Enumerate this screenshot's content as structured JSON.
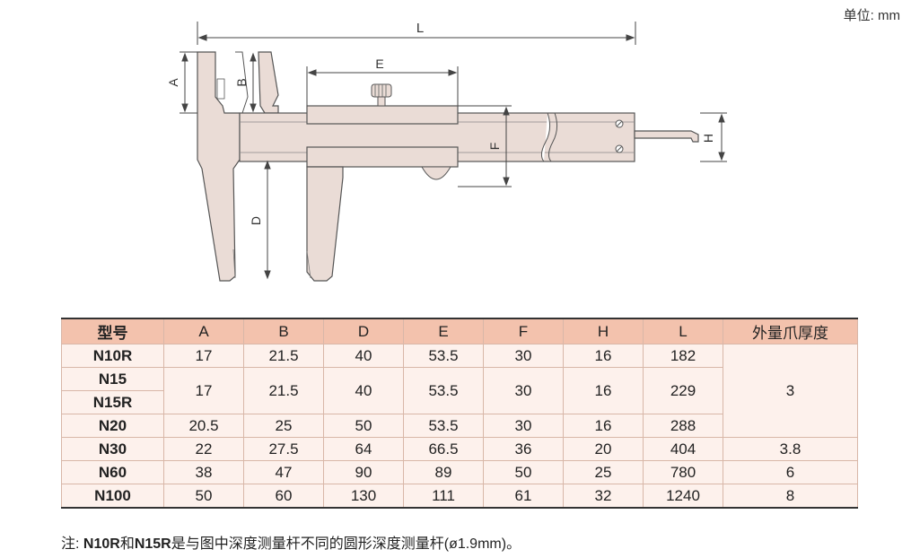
{
  "unit_label": "单位: mm",
  "drawing": {
    "dim_labels": {
      "L": "L",
      "E": "E",
      "A": "A",
      "B": "B",
      "D": "D",
      "F": "F",
      "H": "H"
    }
  },
  "table": {
    "headers": [
      "型号",
      "A",
      "B",
      "D",
      "E",
      "F",
      "H",
      "L",
      "外量爪厚度"
    ],
    "rows": {
      "n10r": {
        "model": "N10R",
        "A": "17",
        "B": "21.5",
        "D": "40",
        "E": "53.5",
        "F": "30",
        "H": "16",
        "L": "182"
      },
      "n15": {
        "model_1": "N15",
        "model_2": "N15R",
        "A": "17",
        "B": "21.5",
        "D": "40",
        "E": "53.5",
        "F": "30",
        "H": "16",
        "L": "229"
      },
      "n20": {
        "model": "N20",
        "A": "20.5",
        "B": "25",
        "D": "50",
        "E": "53.5",
        "F": "30",
        "H": "16",
        "L": "288"
      },
      "n30": {
        "model": "N30",
        "A": "22",
        "B": "27.5",
        "D": "64",
        "E": "66.5",
        "F": "36",
        "H": "20",
        "L": "404",
        "thickness": "3.8"
      },
      "n60": {
        "model": "N60",
        "A": "38",
        "B": "47",
        "D": "90",
        "E": "89",
        "F": "50",
        "H": "25",
        "L": "780",
        "thickness": "6"
      },
      "n100": {
        "model": "N100",
        "A": "50",
        "B": "60",
        "D": "130",
        "E": "111",
        "F": "61",
        "H": "32",
        "L": "1240",
        "thickness": "8"
      }
    },
    "thickness_merged": "3"
  },
  "note": {
    "prefix": "注: ",
    "m1": "N10R",
    "and": "和",
    "m2": "N15R",
    "rest": "是与图中深度测量杆不同的圆形深度测量杆(ø1.9mm)。"
  }
}
